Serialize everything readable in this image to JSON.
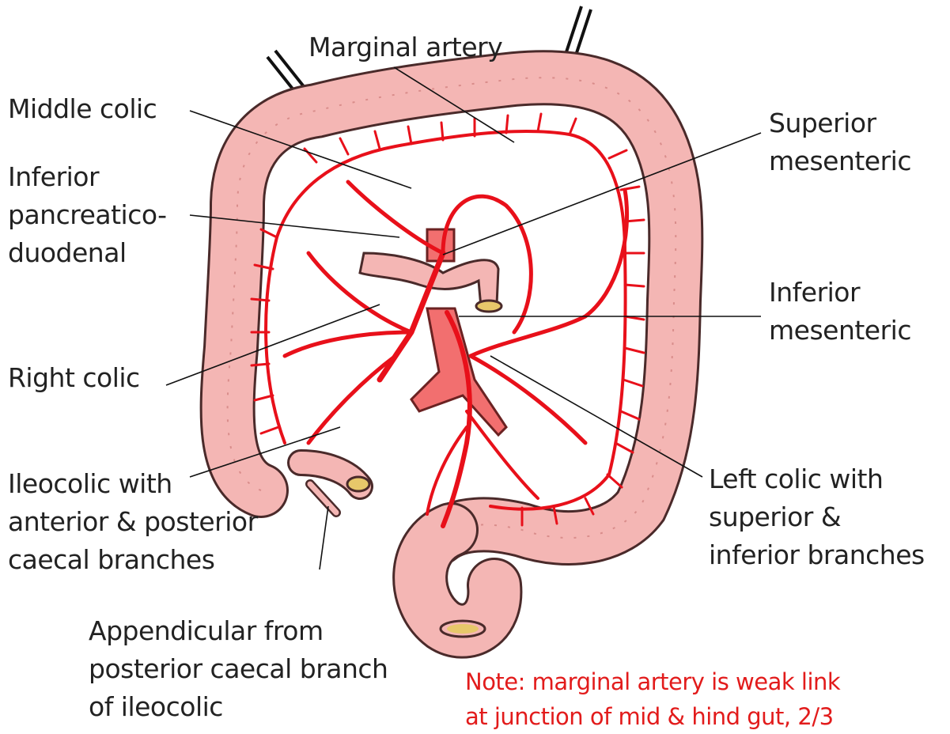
{
  "labels": {
    "marginal_artery": "Marginal artery",
    "middle_colic": "Middle colic",
    "inferior_pd": [
      "Inferior",
      "pancreatico-",
      "duodenal"
    ],
    "superior_mesenteric": [
      "Superior",
      "mesenteric"
    ],
    "inferior_mesenteric": [
      "Inferior",
      "mesenteric"
    ],
    "right_colic": "Right colic",
    "ileocolic": [
      "Ileocolic with",
      "anterior & posterior",
      "caecal branches"
    ],
    "left_colic": [
      "Left colic with",
      "superior &",
      "inferior branches"
    ],
    "appendicular": [
      "Appendicular from",
      "posterior caecal branch",
      "of ileocolic"
    ],
    "note": [
      "Note: marginal artery is weak link",
      "at junction of mid & hind gut, 2/3"
    ]
  },
  "colors": {
    "colon_fill": "#f4b6b4",
    "colon_outline": "#4a2a2a",
    "artery": "#e8101a",
    "vessel_fill": "#f26f6f",
    "note_text": "#e21b1b",
    "lumen": "#e7c86a"
  }
}
